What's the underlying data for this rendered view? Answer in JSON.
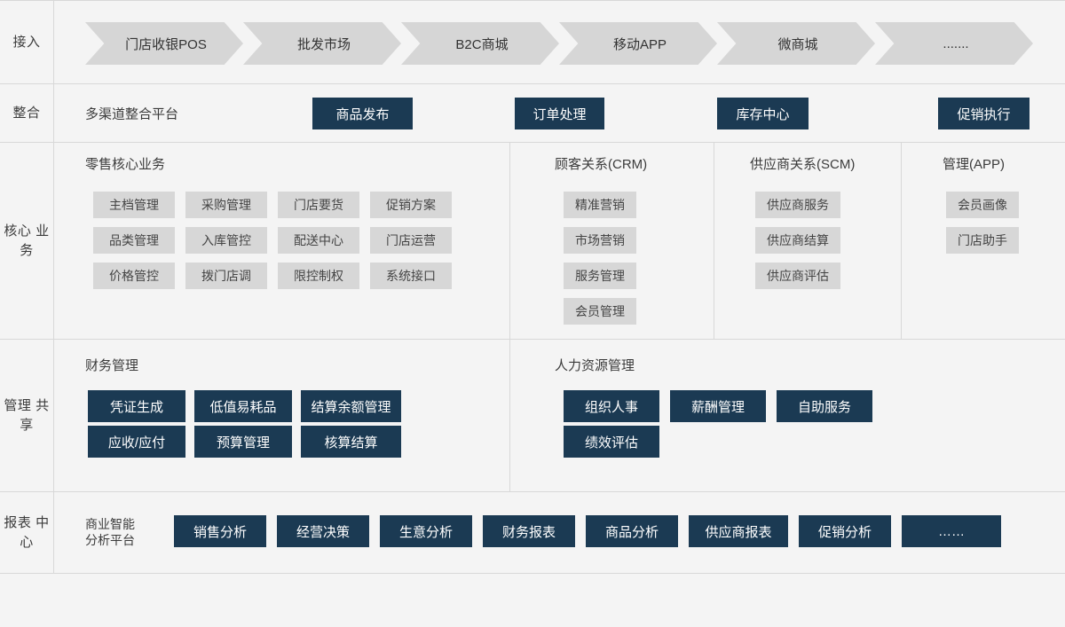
{
  "rows": {
    "access": {
      "label": "接入",
      "channels": [
        {
          "name": "门店收银POS"
        },
        {
          "name": "批发市场"
        },
        {
          "name": "B2C商城"
        },
        {
          "name": "移动APP"
        },
        {
          "name": "微商城"
        },
        {
          "name": "......."
        }
      ]
    },
    "integration": {
      "label": "整合",
      "platform": "多渠道整合平台",
      "modules": [
        {
          "name": "商品发布"
        },
        {
          "name": "订单处理"
        },
        {
          "name": "库存中心"
        },
        {
          "name": "促销执行"
        }
      ]
    },
    "core": {
      "label": "核心\n业务",
      "groups": [
        {
          "title": "零售核心业务",
          "items": [
            "主档管理",
            "采购管理",
            "门店要货",
            "促销方案",
            "品类管理",
            "入库管控",
            "配送中心",
            "门店运营",
            "价格管控",
            "拨门店调",
            "限控制权",
            "系统接口"
          ]
        },
        {
          "title": "顾客关系(CRM)",
          "items": [
            "精准营销",
            "市场营销",
            "服务管理",
            "会员管理"
          ]
        },
        {
          "title": "供应商关系(SCM)",
          "items": [
            "供应商服务",
            "供应商结算",
            "供应商评估"
          ]
        },
        {
          "title": "管理(APP)",
          "items": [
            "会员画像",
            "门店助手"
          ]
        }
      ]
    },
    "management": {
      "label": "管理\n共享",
      "groups": [
        {
          "title": "财务管理",
          "items": [
            "凭证生成",
            "低值易耗品",
            "结算余额管理",
            "应收/应付",
            "预算管理",
            "核算结算"
          ]
        },
        {
          "title": "人力资源管理",
          "items": [
            "组织人事",
            "薪酬管理",
            "自助服务",
            "绩效评估"
          ]
        }
      ]
    },
    "report": {
      "label": "报表\n中心",
      "platform": "商业智能\n分析平台",
      "items": [
        "销售分析",
        "经营决策",
        "生意分析",
        "财务报表",
        "商品分析",
        "供应商报表",
        "促销分析",
        "……"
      ]
    }
  },
  "colors": {
    "page_background": "#f4f4f4",
    "navy_chip": "#1b3a53",
    "grey_chip": "#d7d7d7",
    "chevron": "#d6d6d6",
    "divider": "#d8d8d8",
    "text": "#333333"
  }
}
